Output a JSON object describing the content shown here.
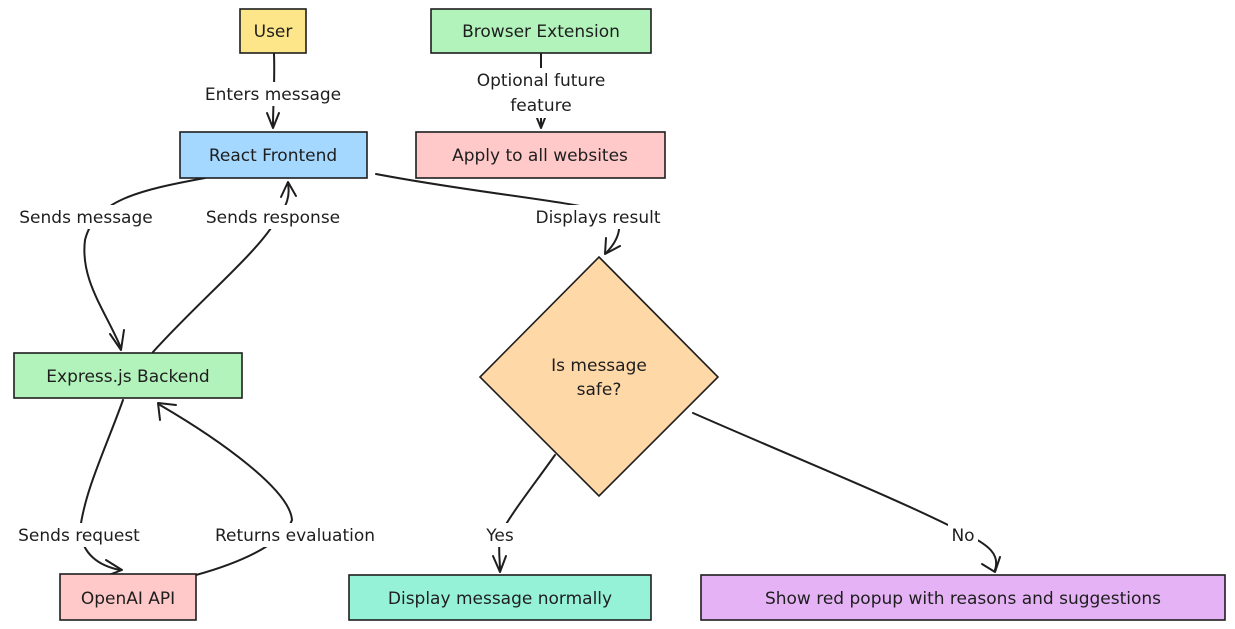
{
  "nodes": {
    "user": {
      "label": "User",
      "fill": "#fde68a"
    },
    "browser_extension": {
      "label": "Browser Extension",
      "fill": "#b2f2bb"
    },
    "react_frontend": {
      "label": "React Frontend",
      "fill": "#a5d8ff"
    },
    "apply_all_websites": {
      "label": "Apply to all websites",
      "fill": "#ffc9c9"
    },
    "express_backend": {
      "label": "Express.js Backend",
      "fill": "#b2f2bb"
    },
    "decision": {
      "lines": [
        "Is message",
        "safe?"
      ],
      "fill": "#ffd8a8"
    },
    "openai_api": {
      "label": "OpenAI API",
      "fill": "#ffc9c9"
    },
    "display_normally": {
      "label": "Display message normally",
      "fill": "#96f2d7"
    },
    "show_popup": {
      "label": "Show red popup with reasons and suggestions",
      "fill": "#e5b3f5"
    }
  },
  "edges": {
    "enters_message": "Enters message",
    "optional_future": [
      "Optional future",
      "feature"
    ],
    "sends_message": "Sends message",
    "sends_response": "Sends response",
    "displays_result": "Displays result",
    "sends_request": "Sends request",
    "returns_evaluation": "Returns evaluation",
    "yes": "Yes",
    "no": "No"
  }
}
